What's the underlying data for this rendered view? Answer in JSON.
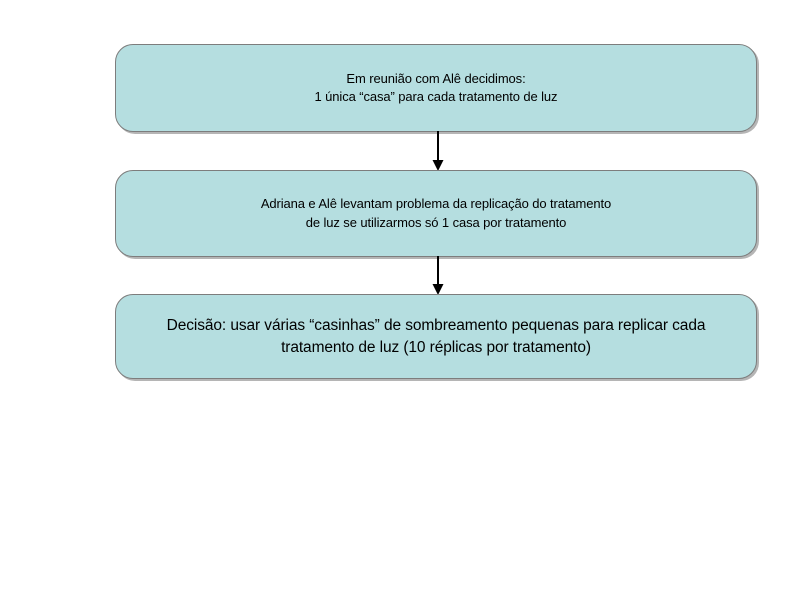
{
  "document": {
    "title": "Fluxograma de decisão - tratamento de luz",
    "background_color": "#ffffff"
  },
  "theme": {
    "box_fill": "#b5dee0",
    "box_border": "#7d7d7d",
    "box_shadow": "#787878",
    "text_color": "#000000",
    "arrow_color": "#000000"
  },
  "diagram": {
    "type": "flowchart",
    "orientation": "vertical",
    "nodes": [
      {
        "id": "node-1",
        "shape": "rounded-rectangle",
        "text": "Em reunião com Alê decidimos:\n1 única “casa” para cada tratamento de luz",
        "line_1": "Em reunião com Alê decidimos:",
        "line_2": "1 única “casa” para cada tratamento de luz"
      },
      {
        "id": "node-2",
        "shape": "rounded-rectangle",
        "text": "Adriana e Alê levantam problema da replicação do tratamento\nde luz  se utilizarmos só 1 casa por tratamento",
        "line_1": "Adriana e Alê levantam problema da replicação do tratamento",
        "line_2": "de luz  se utilizarmos só 1 casa por tratamento"
      },
      {
        "id": "node-3",
        "shape": "rounded-rectangle",
        "text": "Decisão: usar várias “casinhas” de sombreamento pequenas para replicar cada\ntratamento de luz (10 réplicas por tratamento)",
        "line_1": "Decisão: usar várias “casinhas” de sombreamento pequenas para replicar cada",
        "line_2": "tratamento de luz (10 réplicas por tratamento)"
      }
    ],
    "edges": [
      {
        "id": "edge-1",
        "from": "node-1",
        "to": "node-2",
        "marker": "arrowhead-down"
      },
      {
        "id": "edge-2",
        "from": "node-2",
        "to": "node-3",
        "marker": "arrowhead-down"
      }
    ]
  }
}
